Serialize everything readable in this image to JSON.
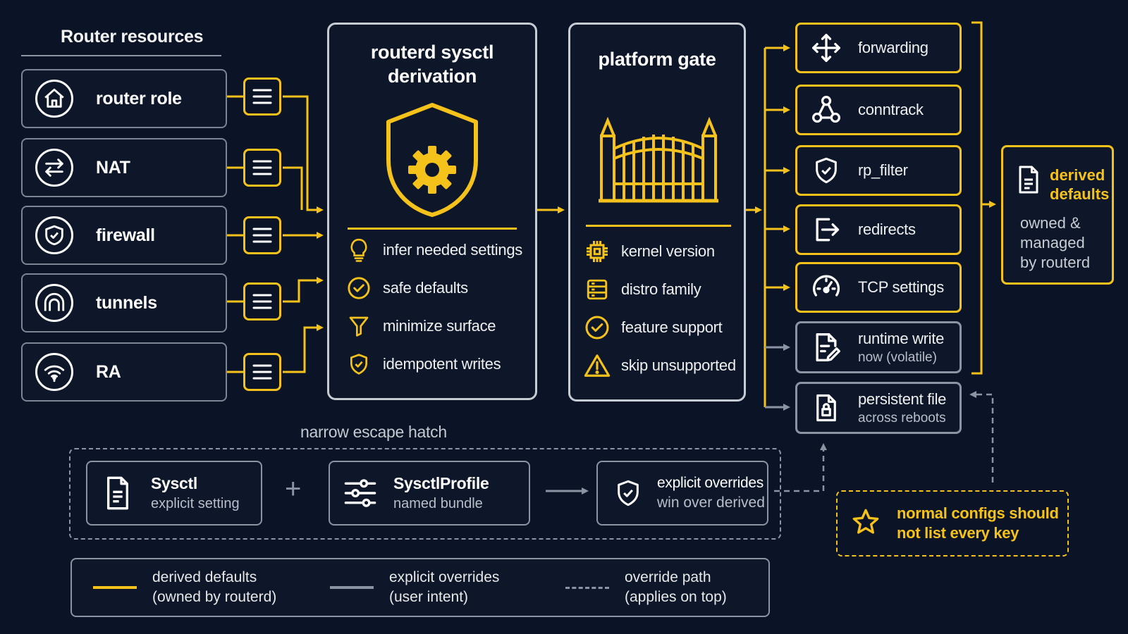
{
  "colors": {
    "background": "#0b1426",
    "accent": "#f4c21a",
    "neutral": "#8c94a3",
    "text": "#ffffff"
  },
  "resources": {
    "title": "Router resources",
    "items": [
      {
        "label": "router role",
        "icon": "house-icon"
      },
      {
        "label": "NAT",
        "icon": "swap-arrows-icon"
      },
      {
        "label": "firewall",
        "icon": "shield-check-icon"
      },
      {
        "label": "tunnels",
        "icon": "tunnel-arch-icon"
      },
      {
        "label": "RA",
        "icon": "wifi-signal-icon"
      }
    ]
  },
  "derivation": {
    "title_line1": "routerd sysctl",
    "title_line2": "derivation",
    "items": [
      {
        "label": "infer needed settings",
        "icon": "lightbulb-icon"
      },
      {
        "label": "safe defaults",
        "icon": "check-circle-icon"
      },
      {
        "label": "minimize surface",
        "icon": "funnel-icon"
      },
      {
        "label": "idempotent writes",
        "icon": "shield-check-icon"
      }
    ]
  },
  "gate": {
    "title": "platform gate",
    "items": [
      {
        "label": "kernel version",
        "icon": "chip-icon"
      },
      {
        "label": "distro family",
        "icon": "server-icon"
      },
      {
        "label": "feature support",
        "icon": "check-circle-icon"
      },
      {
        "label": "skip unsupported",
        "icon": "warning-icon"
      }
    ]
  },
  "outputs": [
    {
      "label": "forwarding",
      "icon": "move-arrows-icon"
    },
    {
      "label": "conntrack",
      "icon": "nodes-icon"
    },
    {
      "label": "rp_filter",
      "icon": "shield-check-icon"
    },
    {
      "label": "redirects",
      "icon": "redirect-arrow-icon"
    },
    {
      "label": "TCP settings",
      "icon": "gauge-icon"
    }
  ],
  "runtime": {
    "title": "runtime write",
    "subtitle": "now (volatile)"
  },
  "persistent": {
    "title": "persistent file",
    "subtitle": "across reboots"
  },
  "derived": {
    "title_line1": "derived",
    "title_line2": "defaults",
    "desc_line1": "owned &",
    "desc_line2": "managed",
    "desc_line3": "by routerd"
  },
  "escape": {
    "title": "narrow escape hatch",
    "sysctl": {
      "title": "Sysctl",
      "subtitle": "explicit setting"
    },
    "plus": "+",
    "profile": {
      "title": "SysctlProfile",
      "subtitle": "named bundle"
    },
    "override": {
      "line1": "explicit overrides",
      "line2": "win over derived"
    }
  },
  "note": {
    "line1": "normal configs should",
    "line2": "not list every key"
  },
  "legend": [
    {
      "line1": "derived defaults",
      "line2": "(owned by routerd)",
      "style": "solid-yellow"
    },
    {
      "line1": "explicit overrides",
      "line2": "(user intent)",
      "style": "solid-gray"
    },
    {
      "line1": "override path",
      "line2": "(applies on top)",
      "style": "dashed-gray"
    }
  ]
}
